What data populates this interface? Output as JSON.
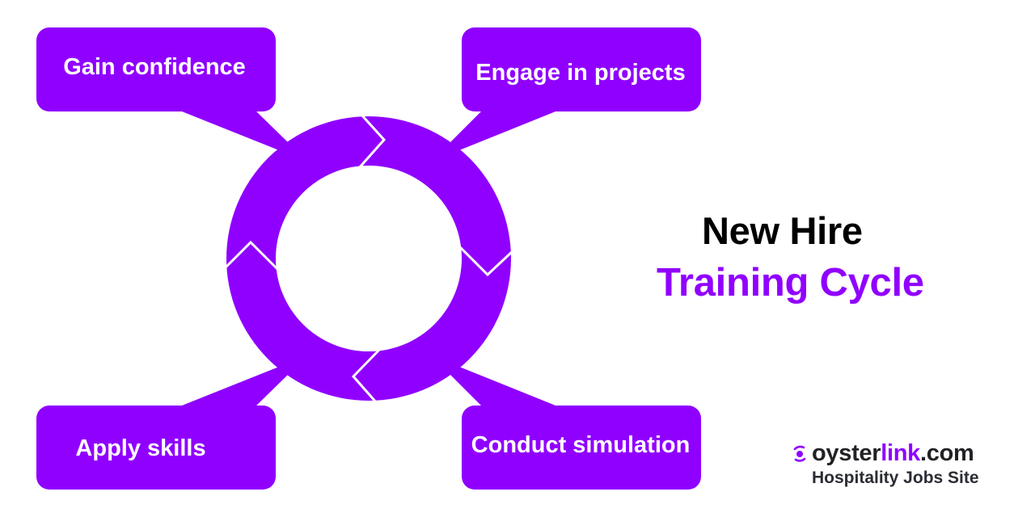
{
  "colors": {
    "accent": "#9000FF",
    "title_primary": "#000000",
    "logo_text": "#222226",
    "background": "#FFFFFF"
  },
  "title": {
    "line1": "New Hire",
    "line2": "Training Cycle"
  },
  "cycle": {
    "direction": "clockwise",
    "segments": 4,
    "callouts": [
      {
        "position": "top-left",
        "label": "Gain confidence"
      },
      {
        "position": "top-right",
        "label": "Engage in projects"
      },
      {
        "position": "bottom-right",
        "label": "Conduct simulation"
      },
      {
        "position": "bottom-left",
        "label": "Apply skills"
      }
    ]
  },
  "logo": {
    "icon": "signal-dot-icon",
    "word_part1": "oyster",
    "word_part2": "link",
    "word_part3": ".com",
    "tagline": "Hospitality Jobs Site"
  }
}
